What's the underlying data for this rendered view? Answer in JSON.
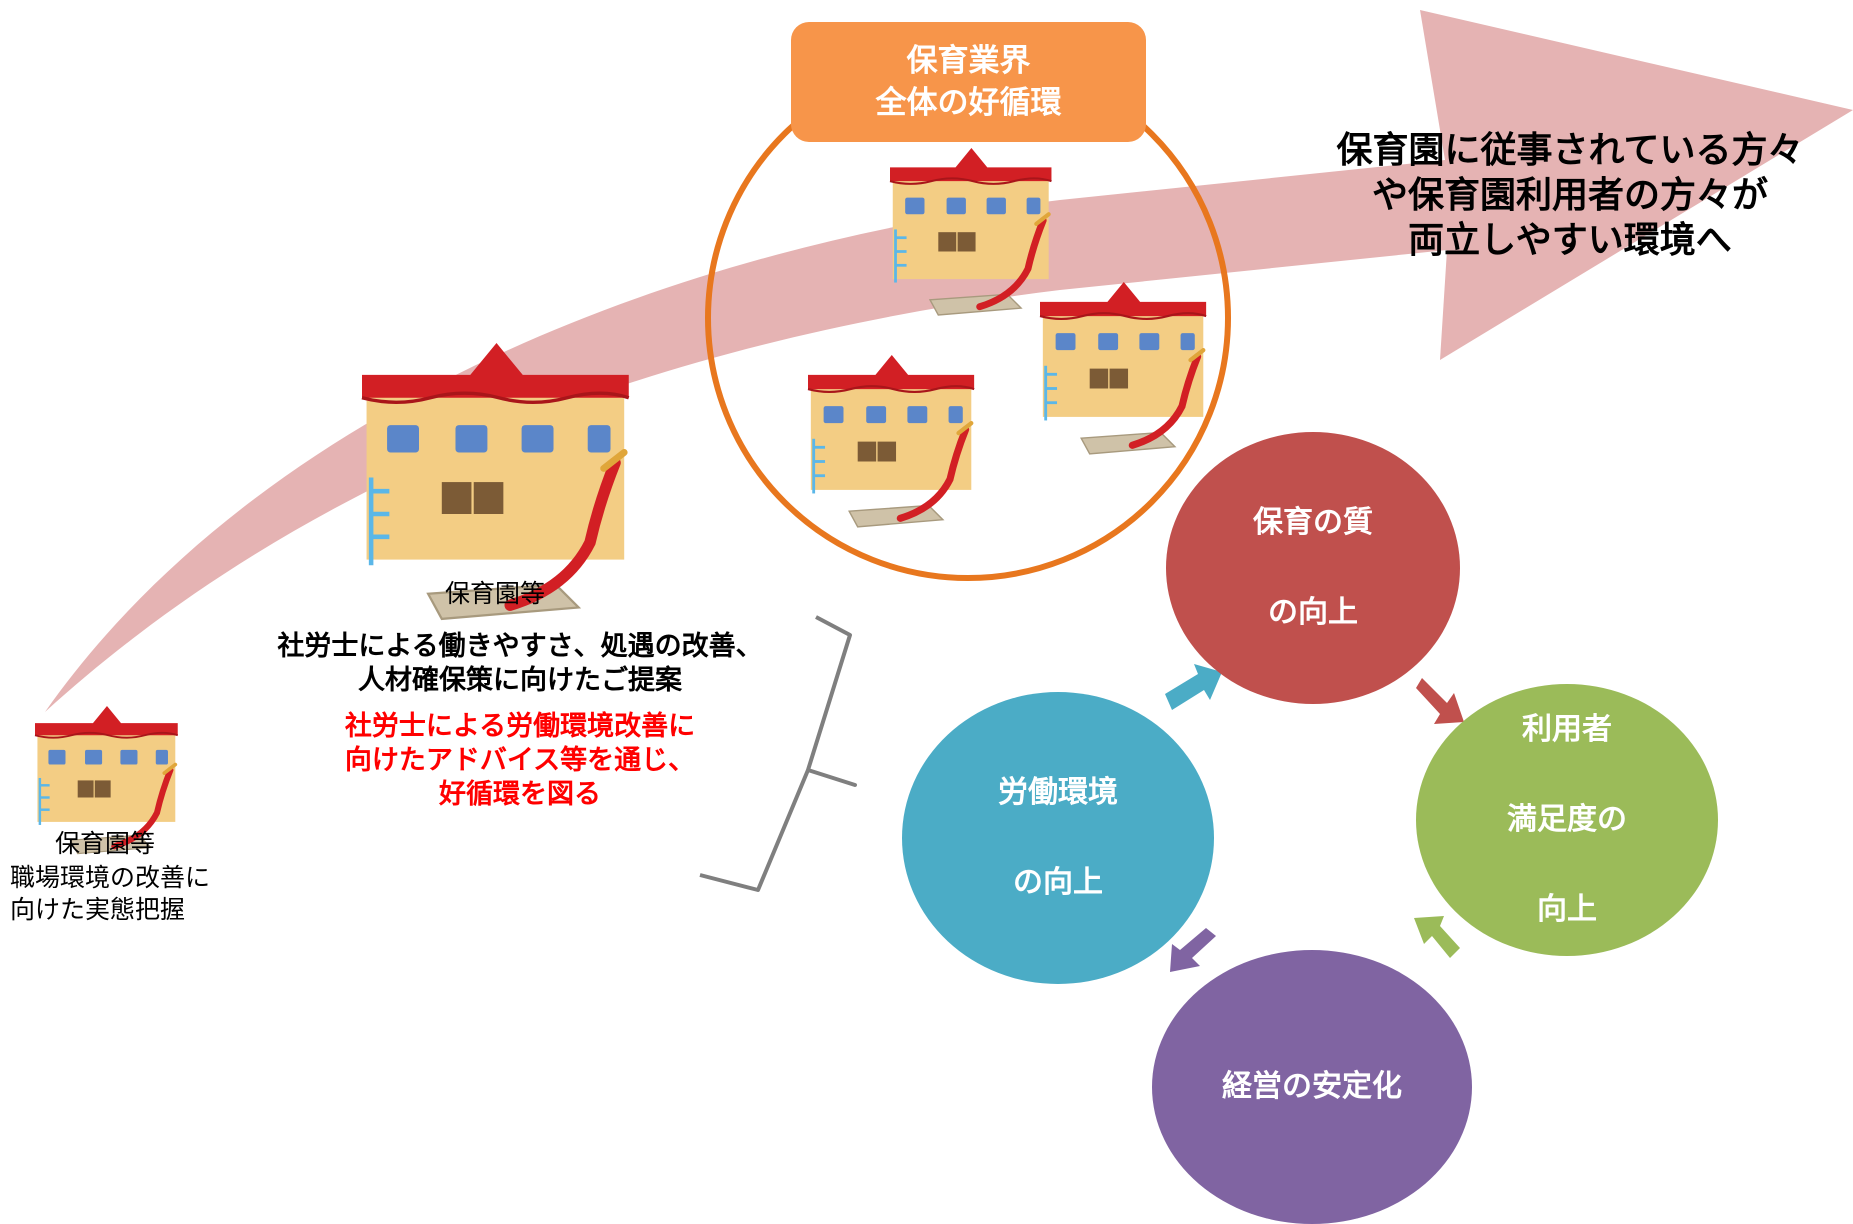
{
  "colors": {
    "arrow": "#e5b3b3",
    "orange": "#f7954a",
    "orange_ring": "#e8771e",
    "quality": "#c0504d",
    "satisfaction": "#9bbb59",
    "management": "#8064a2",
    "labor": "#4bacc6",
    "red_text": "#ff0000",
    "bracket": "#7f7f7f"
  },
  "icons": {
    "school": "nursery-building-icon",
    "cycle_arrow": "cycle-arrow-icon"
  },
  "stage1": {
    "title": "保育園等",
    "desc_line1": "職場環境の改善に",
    "desc_line2": "向けた実態把握"
  },
  "stage2": {
    "title": "保育園等",
    "line1": "社労士による働きやすさ、処遇の改善、",
    "line2": "人材確保策に向けたご提案",
    "red_line1": "社労士による労働環境改善に",
    "red_line2": "向けたアドバイス等を通じ、",
    "red_line3": "好循環を図る"
  },
  "stage3": {
    "badge_line1": "保育業界",
    "badge_line2": "全体の好循環"
  },
  "goal": {
    "line1": "保育園に従事されている方々",
    "line2": "や保育園利用者の方々が",
    "line3": "両立しやすい環境へ"
  },
  "cycle": {
    "quality_line1": "保育の質",
    "quality_line2": "の向上",
    "satisfaction_line1": "利用者",
    "satisfaction_line2": "満足度の",
    "satisfaction_line3": "向上",
    "management": "経営の安定化",
    "labor_line1": "労働環境",
    "labor_line2": "の向上"
  }
}
